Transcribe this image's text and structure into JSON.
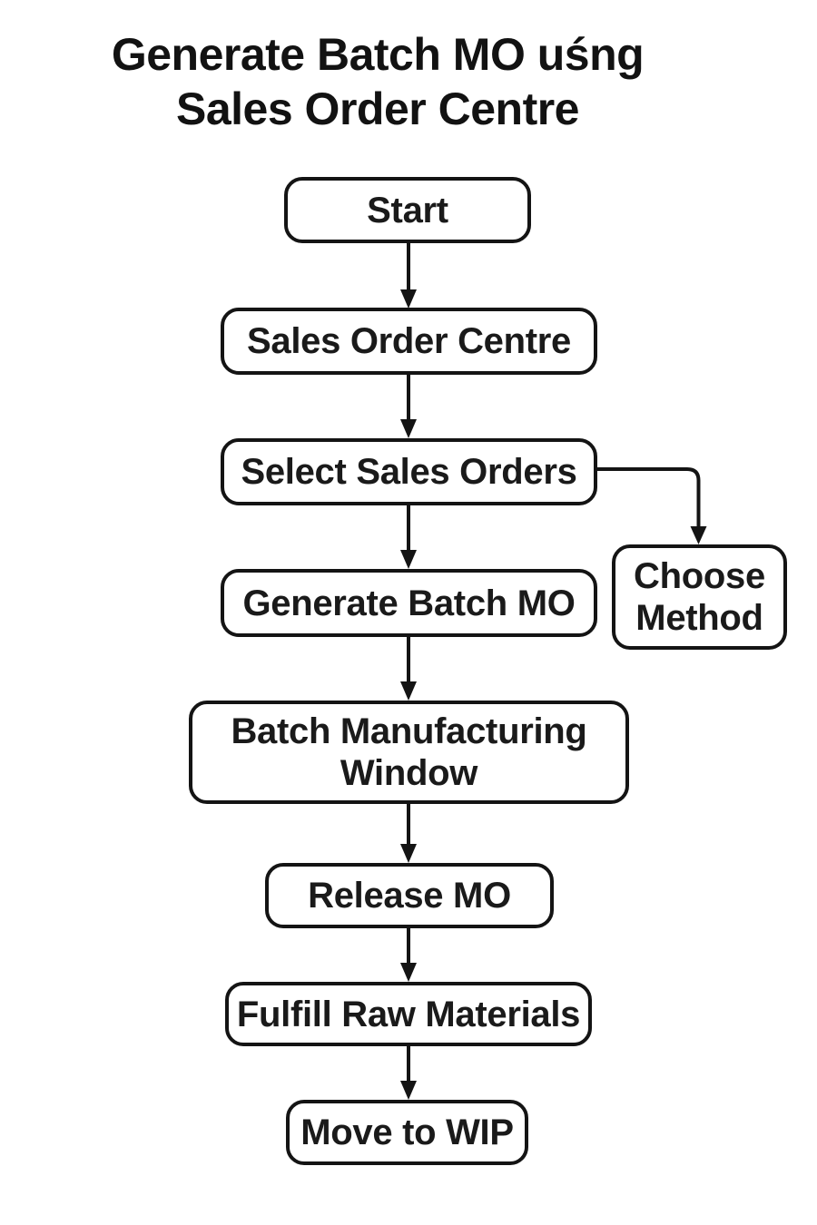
{
  "title": {
    "line1": "Generate Batch MO uśng",
    "line2": "Sales Order Centre",
    "full": "Generate Batch MO uśng Sales Order Centre"
  },
  "diagram": {
    "type": "flowchart",
    "nodes": {
      "start": {
        "label": "Start"
      },
      "sales_order_centre": {
        "label": "Sales Order Centre"
      },
      "select_sales_orders": {
        "label": "Select Sales Orders"
      },
      "generate_batch_mo": {
        "label": "Generate Batch MO"
      },
      "choose_method": {
        "label": "Choose Method"
      },
      "batch_manufacturing_window": {
        "label": "Batch Manufacturing Window"
      },
      "release_mo": {
        "label": "Release MO"
      },
      "fulfill_raw_materials": {
        "label": "Fulfill Raw Materials"
      },
      "move_to_wip": {
        "label": "Move to WIP"
      }
    },
    "edges": [
      {
        "from": "Start",
        "to": "Sales Order Centre"
      },
      {
        "from": "Sales Order Centre",
        "to": "Select Sales Orders"
      },
      {
        "from": "Select Sales Orders",
        "to": "Generate Batch MO"
      },
      {
        "from": "Select Sales Orders",
        "to": "Choose Method"
      },
      {
        "from": "Generate Batch MO",
        "to": "Batch Manufacturing Window"
      },
      {
        "from": "Batch Manufacturing Window",
        "to": "Release MO"
      },
      {
        "from": "Release MO",
        "to": "Fulfill Raw Materials"
      },
      {
        "from": "Fulfill Raw Materials",
        "to": "Move to WIP"
      }
    ]
  },
  "colors": {
    "background": "#ffffff",
    "stroke": "#141414",
    "text": "#1a1a1a"
  }
}
